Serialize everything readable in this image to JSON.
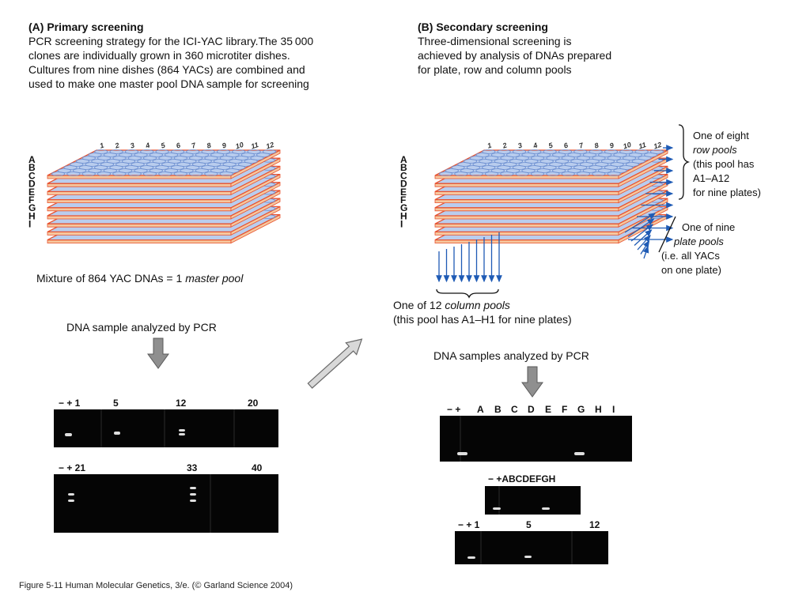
{
  "panel_a": {
    "title": "(A) Primary screening",
    "desc": [
      "PCR screening strategy for the ICI-YAC library.The 35 000",
      "clones are individually grown in 360 microtiter dishes.",
      "Cultures from nine dishes (864 YACs) are combined and",
      "used to make one master pool DNA sample for screening"
    ],
    "mixture_prefix": "Mixture of 864 YAC DNAs = 1 ",
    "mixture_italic": "master pool",
    "dna_sample": "DNA sample analyzed by PCR",
    "gel1_labels": [
      "− + 1",
      "5",
      "12",
      "20"
    ],
    "gel2_labels": [
      "− + 21",
      "33",
      "40"
    ]
  },
  "panel_b": {
    "title": "(B) Secondary screening",
    "desc": [
      "Three-dimensional screening is",
      "achieved by analysis of DNAs prepared",
      "for plate, row and column pools"
    ],
    "row_pool": [
      "One of eight",
      "row pools",
      "(this pool has",
      "A1–A12",
      "for nine plates)"
    ],
    "plate_pool": [
      "One of nine",
      "plate pools",
      "(i.e. all YACs",
      "on one plate)"
    ],
    "col_pool_prefix": "One of 12 ",
    "col_pool_italic": "column pools",
    "col_pool_line2": "(this pool has A1–H1 for nine plates)",
    "dna_samples": "DNA samples analyzed by PCR",
    "gel1_labels": [
      "− +",
      "A",
      "B",
      "C",
      "D",
      "E",
      "F",
      "G",
      "H",
      "I"
    ],
    "gel2_label": "− +ABCDEFGH",
    "gel3_labels": [
      "− + 1",
      "5",
      "12"
    ]
  },
  "plate_row_letters": [
    "A",
    "B",
    "C",
    "D",
    "E",
    "F",
    "G",
    "H",
    "I"
  ],
  "plate_col_numbers": [
    "1",
    "2",
    "3",
    "4",
    "5",
    "6",
    "7",
    "8",
    "9",
    "10",
    "11",
    "12"
  ],
  "caption": "Figure 5-11  Human Molecular Genetics, 3/e.  (© Garland Science 2004)",
  "colors": {
    "plate_fill": "#b9cdee",
    "plate_edge": "#e8522f",
    "plate_side": "#f6c79e",
    "well": "#6d8fd0",
    "arrow_blue": "#1f5bb5",
    "gel_bg": "#050505",
    "band": "#f2f2f2"
  }
}
